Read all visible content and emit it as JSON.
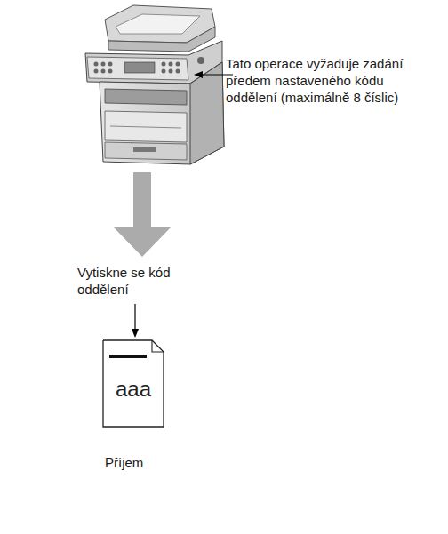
{
  "diagram": {
    "nodes": [
      {
        "text": [
          "aaa"
        ]
      }
    ],
    "labels": [
      "Tato operace vyžaduje zadání předem nastaveného kódu oddělení (maximálně 8 číslic)",
      "Vytiskne se kód oddělení",
      "Příjem"
    ]
  }
}
